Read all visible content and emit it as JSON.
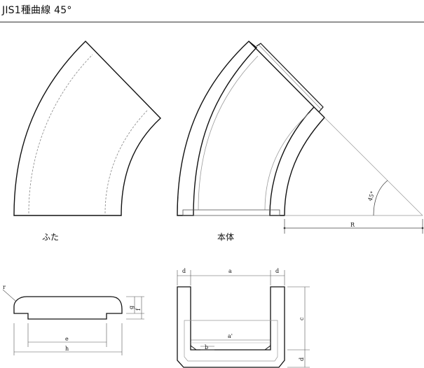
{
  "page": {
    "title": "JIS1種曲線 45°"
  },
  "views": {
    "lid_label": "ふた",
    "body_label": "本体"
  },
  "dimensions": {
    "angle": "45°",
    "R": "R",
    "r": "r",
    "g": "g",
    "f": "f",
    "e": "e",
    "h": "h",
    "d_left": "d",
    "a_top": "a",
    "d_right": "d",
    "c": "c",
    "a_prime": "a'",
    "b": "b",
    "d_bottom": "d"
  }
}
